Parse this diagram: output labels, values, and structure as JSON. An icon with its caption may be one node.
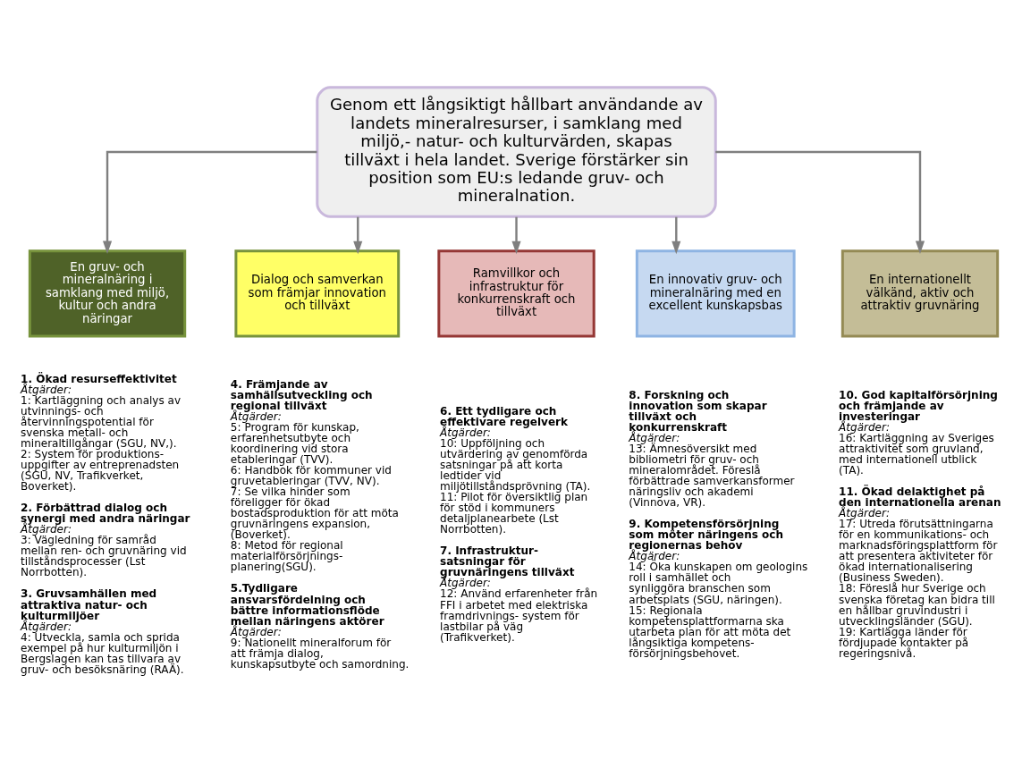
{
  "diagram": {
    "nodes": [
      {
        "text": [
          "Genom ett långsiktigt hållbart användande av landets mineralresurser, i samklang med miljö,- natur- och kulturvärden, skapas tillväxt i hela landet. Sverige förstärker sin position som EU:s ledande gruv- och mineralnation."
        ]
      },
      {
        "text": [
          "En gruv- och mineralnäring i samklang med miljö, kultur och andra näringar"
        ],
        "beside": [
          "1. Ökad resurseffektivitet",
          "Åtgärder:",
          "1: Kartläggning och analys av utvinnings- och återvinningspotential för svenska metall- och mineraltillgångar (SGU, NV,).",
          "2: System för produktions- uppgifter av entreprenadsten (SGU, NV, Trafikverket, Boverket).",
          "2. Förbättrad dialog och synergi med andra näringar",
          "Åtgärder:",
          "3: Vägledning för samråd mellan ren- och gruvnäring vid tillståndsprocesser (Lst Norrbotten).",
          "3. Gruvsamhällen med attraktiva natur- och kulturmiljöer",
          "Åtgärder:",
          "4: Utveckla, samla och sprida exempel på hur kulturmiljön i Bergslagen kan tas tillvara av gruv- och besöksnäring (RAÄ)."
        ]
      },
      {
        "text": [
          "Dialog och samverkan som främjar innovation och tillväxt"
        ],
        "beside": [
          "4. Främjande av samhällsutveckling och regional tillväxt",
          "Åtgärder:",
          "5: Program för kunskap, erfarenhetsutbyte och koordinering vid stora etableringar (TVV).",
          "6: Handbok för kommuner vid gruvetableringar (TVV, NV).",
          "7: Se vilka hinder som föreligger för ökad bostadsproduktion för att möta gruvnäringens expansion, (Boverket).",
          "8: Metod för regional materialförsörjnings- planering(SGU).",
          "5.Tydligare ansvarsfördelning och bättre informationsflöde mellan näringens aktörer",
          "Åtgärder:",
          "9: Nationellt mineralforum för att främja dialog, kunskapsutbyte och samordning."
        ]
      },
      {
        "text": [
          "Ramvillkor och infrastruktur för konkurrenskraft och tillväxt"
        ],
        "beside": [
          "6. Ett tydligare och effektivare regelverk",
          "Åtgärder:",
          "10: Uppföljning och utvärdering av genomförda satsningar på att korta ledtider vid miljötillståndsprövning (TA).",
          "11: Pilot för översiktlig plan för stöd i kommuners detaljplanearbete (Lst Norrbotten).",
          "7. Infrastruktur- satsningar för gruvnäringens tillväxt",
          "Åtgärder:",
          "12: Använd erfarenheter från FFI i arbetet med elektriska framdrivnings- system för lastbilar på väg (Trafikverket)."
        ]
      },
      {
        "text": [
          "En innovativ gruv- och mineralnäring med en excellent kunskapsbas"
        ],
        "beside": [
          "8. Forskning och innovation som skapar tillväxt och konkurrenskraft",
          "Åtgärder:",
          "13: Ämnesöversikt med bibliometri för gruv- och mineralområdet. Föreslå förbättrade samverkansformer näringsliv och akademi (Vinnova, VR).",
          "9. Kompetensförsörjning som möter näringens och regionernas behov",
          "Åtgärder:",
          "14: Öka kunskapen om geologins roll i samhället och synliggöra branschen som arbetsplats (SGU, näringen).",
          "15: Regionala kompetensplattformarna ska utarbeta plan för att möta det långsiktiga kompetens- försörjningsbehovet."
        ]
      },
      {
        "text": [
          "En internationellt välkänd, aktiv och attraktiv gruvnäring"
        ],
        "beside": [
          "10. God kapitalförsörjning och främjande av investeringar",
          "Åtgärder:",
          "16: Kartläggning av Sveriges attraktivitet som gruvland, med internationell utblick (TA).",
          "11. Ökad delaktighet på den internationella arenan",
          "Åtgärder:",
          "17: Utreda förutsättningarna för en kommunikations- och marknadsföringsplattform för att presentera aktiviteter för ökad internationalisering (Business Sweden).",
          "18: Föreslå hur Sverige och svenska företag kan bidra till en hållbar gruvindustri i utvecklingsländer (SGU).",
          "19: Kartlägga länder för fördjupade kontakter på regeringsnivå."
        ]
      }
    ],
    "edges": [
      {
        "from": 0,
        "to": 1,
        "arrow": "to"
      },
      {
        "from": 0,
        "to": 2,
        "arrow": "to"
      },
      {
        "from": 0,
        "to": 3,
        "arrow": "to"
      },
      {
        "from": 0,
        "to": 4,
        "arrow": "to"
      },
      {
        "from": 0,
        "to": 5,
        "arrow": "to"
      }
    ]
  }
}
